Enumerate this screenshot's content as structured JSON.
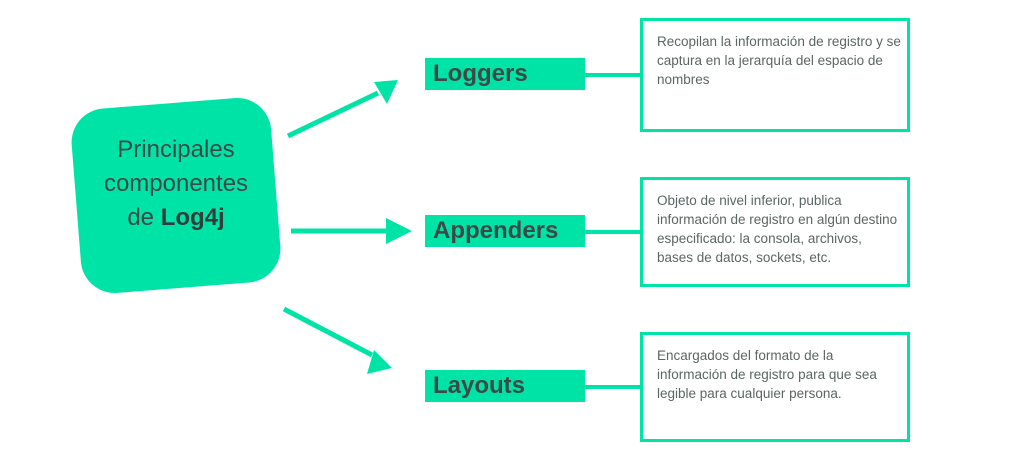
{
  "diagram": {
    "title": "Principales componentes de Log4j",
    "colors": {
      "accent": "#00E3A7",
      "heading_text": "#3C4A47",
      "body_text": "#5B6664",
      "background": "#FFFFFF"
    },
    "center_node": {
      "line1": "Principales",
      "line2": "componentes",
      "line3_prefix": "de ",
      "line3_strong": "Log4j"
    },
    "branches": [
      {
        "id": "loggers",
        "label": "Loggers",
        "description": "Recopilan la información de registro y se captura en la jerarquía del espacio de nombres",
        "arrow": "arrow-up-right-icon",
        "connector": "connector-line-icon"
      },
      {
        "id": "appenders",
        "label": "Appenders",
        "description": "Objeto de nivel inferior, publica información de registro en algún destino especificado: la consola, archivos, bases de datos, sockets, etc.",
        "arrow": "arrow-right-icon",
        "connector": "connector-line-icon"
      },
      {
        "id": "layouts",
        "label": "Layouts",
        "description": "Encargados del formato de la información de registro para que sea legible para cualquier persona.",
        "arrow": "arrow-down-right-icon",
        "connector": "connector-line-icon"
      }
    ]
  }
}
